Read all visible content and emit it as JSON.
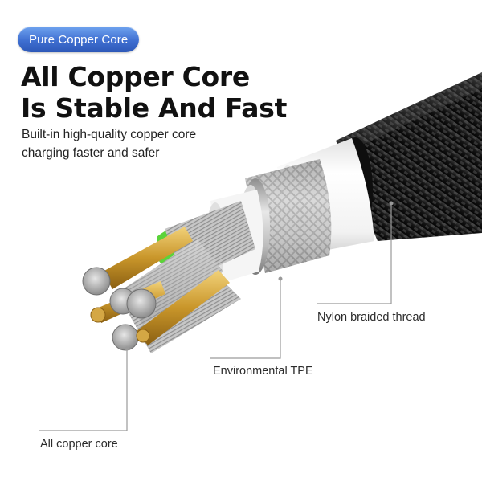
{
  "badge": {
    "label": "Pure Copper Core"
  },
  "headline": {
    "line1": "All Copper Core",
    "line2": "Is Stable And Fast"
  },
  "subtext": {
    "line1": "Built-in high-quality copper core",
    "line2": "charging faster and safer"
  },
  "callouts": {
    "nylon": "Nylon braided thread",
    "tpe": "Environmental TPE",
    "core": "All copper core"
  },
  "colors": {
    "badge_blue": "#3f6fd1",
    "braid_black": "#1c1c1c",
    "jacket_white": "#f4f4f4",
    "shield_silver": "#b9b9b9",
    "copper_gold": "#c9962a",
    "insulator_green": "#5bd33a",
    "leader_line": "#9a9a9a"
  }
}
